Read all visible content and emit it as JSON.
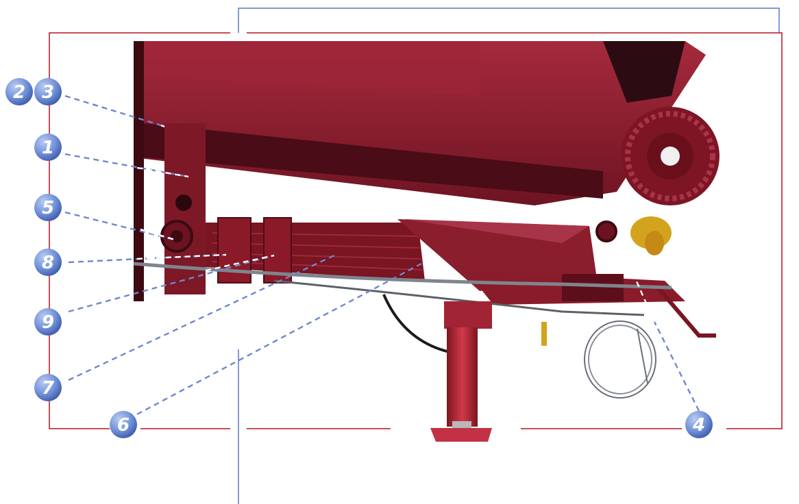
{
  "colors": {
    "frame_red": "#b3121f",
    "frame_blue": "#5a78c8",
    "badge_blue": "#6f8fd8",
    "arrow_blue": "#6f86d0",
    "arrow_white": "#ffffff",
    "machine_red": "#8e1c2c",
    "machine_dark": "#5a0f1b",
    "cable_gray": "#8a8f98"
  },
  "callouts": [
    {
      "id": "c2",
      "label": "2"
    },
    {
      "id": "c3",
      "label": "3"
    },
    {
      "id": "c1",
      "label": "1"
    },
    {
      "id": "c5",
      "label": "5"
    },
    {
      "id": "c8",
      "label": "8"
    },
    {
      "id": "c9",
      "label": "9"
    },
    {
      "id": "c7",
      "label": "7"
    },
    {
      "id": "c6",
      "label": "6"
    },
    {
      "id": "c4",
      "label": "4"
    }
  ],
  "photo": {
    "subject": "trailer-undercarriage-photo",
    "icon": "leaf-spring-suspension-photo"
  }
}
